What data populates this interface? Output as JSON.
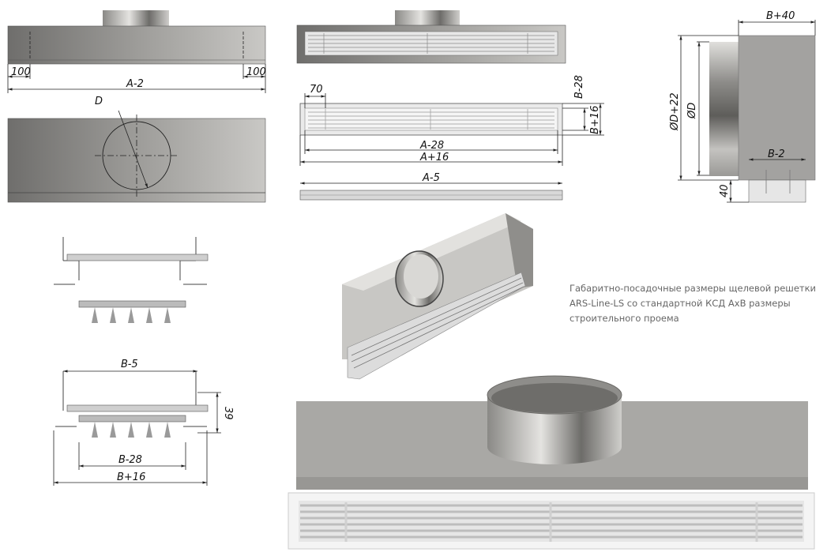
{
  "dimensions": {
    "side_left": "100",
    "side_right": "100",
    "side_length": "A-2",
    "duct_diameter": "D",
    "grille_margin": "70",
    "grille_height_inner": "B-28",
    "grille_height_outer": "B+16",
    "grille_length_inner": "A-28",
    "grille_length_outer": "A+16",
    "frame_length": "A-5",
    "end_width": "B+40",
    "end_outer_diameter": "ØD+22",
    "end_diameter": "ØD",
    "end_inner_width": "B-2",
    "end_offset": "40",
    "section_top_width": "B-5",
    "section_height": "39",
    "section_inner_width": "B-28",
    "section_outer_width": "B+16"
  },
  "caption": {
    "line1": "Габаритно-посадочные размеры щелевой решетки",
    "line2": "ARS-Line-LS со стандартной КСД АхВ размеры",
    "line3": "строительного проема"
  },
  "colors": {
    "metal_dark": "#7d7c7a",
    "metal_light": "#bdbcb9",
    "grille": "#f2f2f2"
  }
}
